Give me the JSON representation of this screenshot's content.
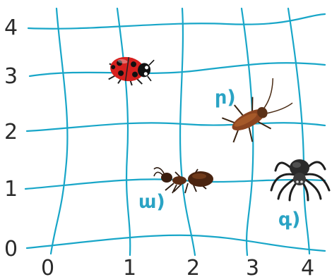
{
  "grid": {
    "line_color": "#18a6c8",
    "x_labels": [
      "0",
      "1",
      "2",
      "3",
      "4"
    ],
    "y_labels": [
      "0",
      "1",
      "2",
      "3",
      "4"
    ]
  },
  "insects": {
    "ladybug": {
      "icon": "ladybug-icon",
      "x": 1,
      "y": 3,
      "tag": ""
    },
    "cockroach": {
      "icon": "cockroach-icon",
      "x": 3,
      "y": 2,
      "tag": "ր)"
    },
    "ant": {
      "icon": "ant-icon",
      "x": 2,
      "y": 1,
      "tag": "ա)"
    },
    "spider": {
      "icon": "spider-icon",
      "x": 4,
      "y": 1,
      "tag": "գ)"
    }
  }
}
